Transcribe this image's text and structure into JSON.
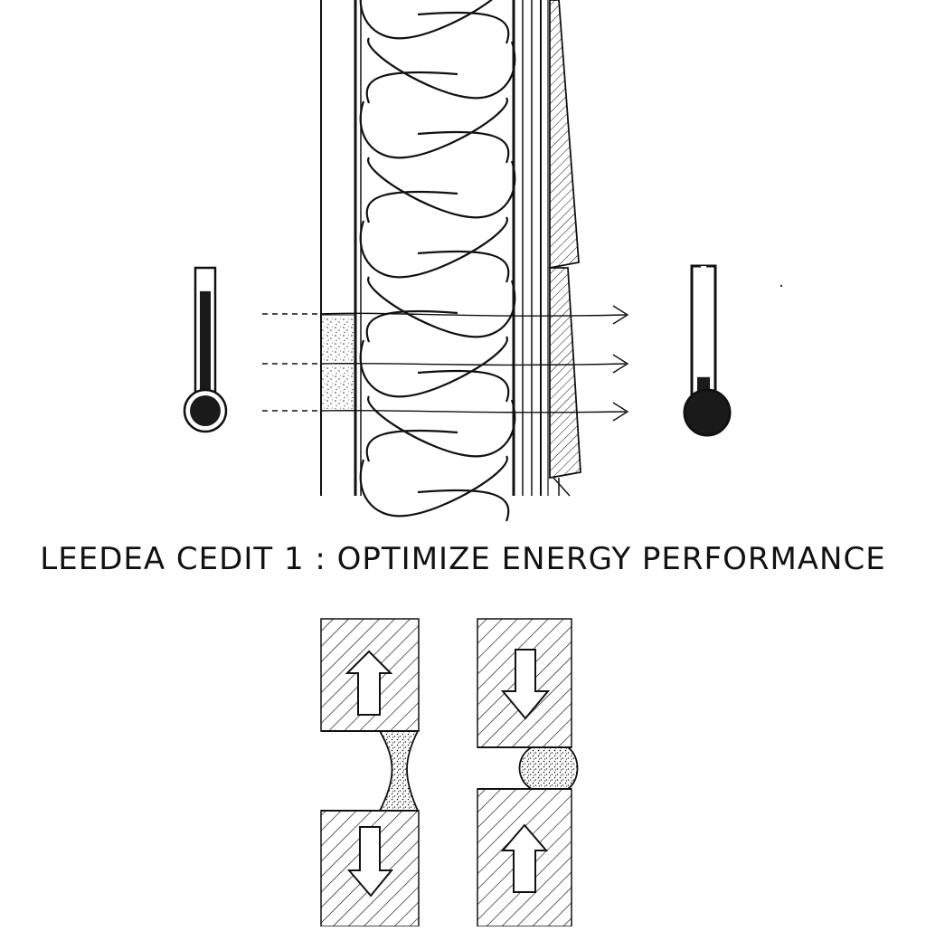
{
  "caption": "LEEDEA CEDIT 1 : OPTIMIZE ENERGY PERFORMANCE",
  "colors": {
    "ink": "#111111",
    "paper": "#ffffff",
    "thermometer_fill": "#1a1a1a"
  },
  "thermometers": {
    "left_level": 0.85,
    "right_level": 0.2
  },
  "icons": {
    "wall_section": "wall-section-drawing",
    "flow_arrows": "arrow-right",
    "joint_arrows": "block-arrow"
  }
}
